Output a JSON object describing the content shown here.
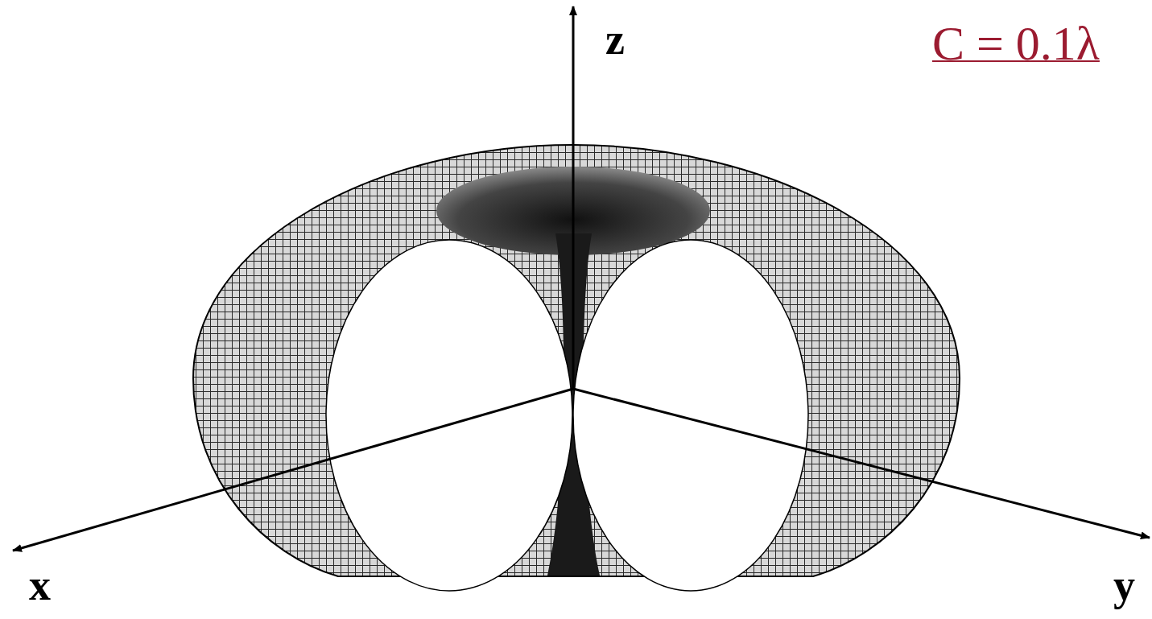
{
  "diagram": {
    "labels": [
      "z",
      "x",
      "y",
      "C = 0.1λ"
    ]
  }
}
